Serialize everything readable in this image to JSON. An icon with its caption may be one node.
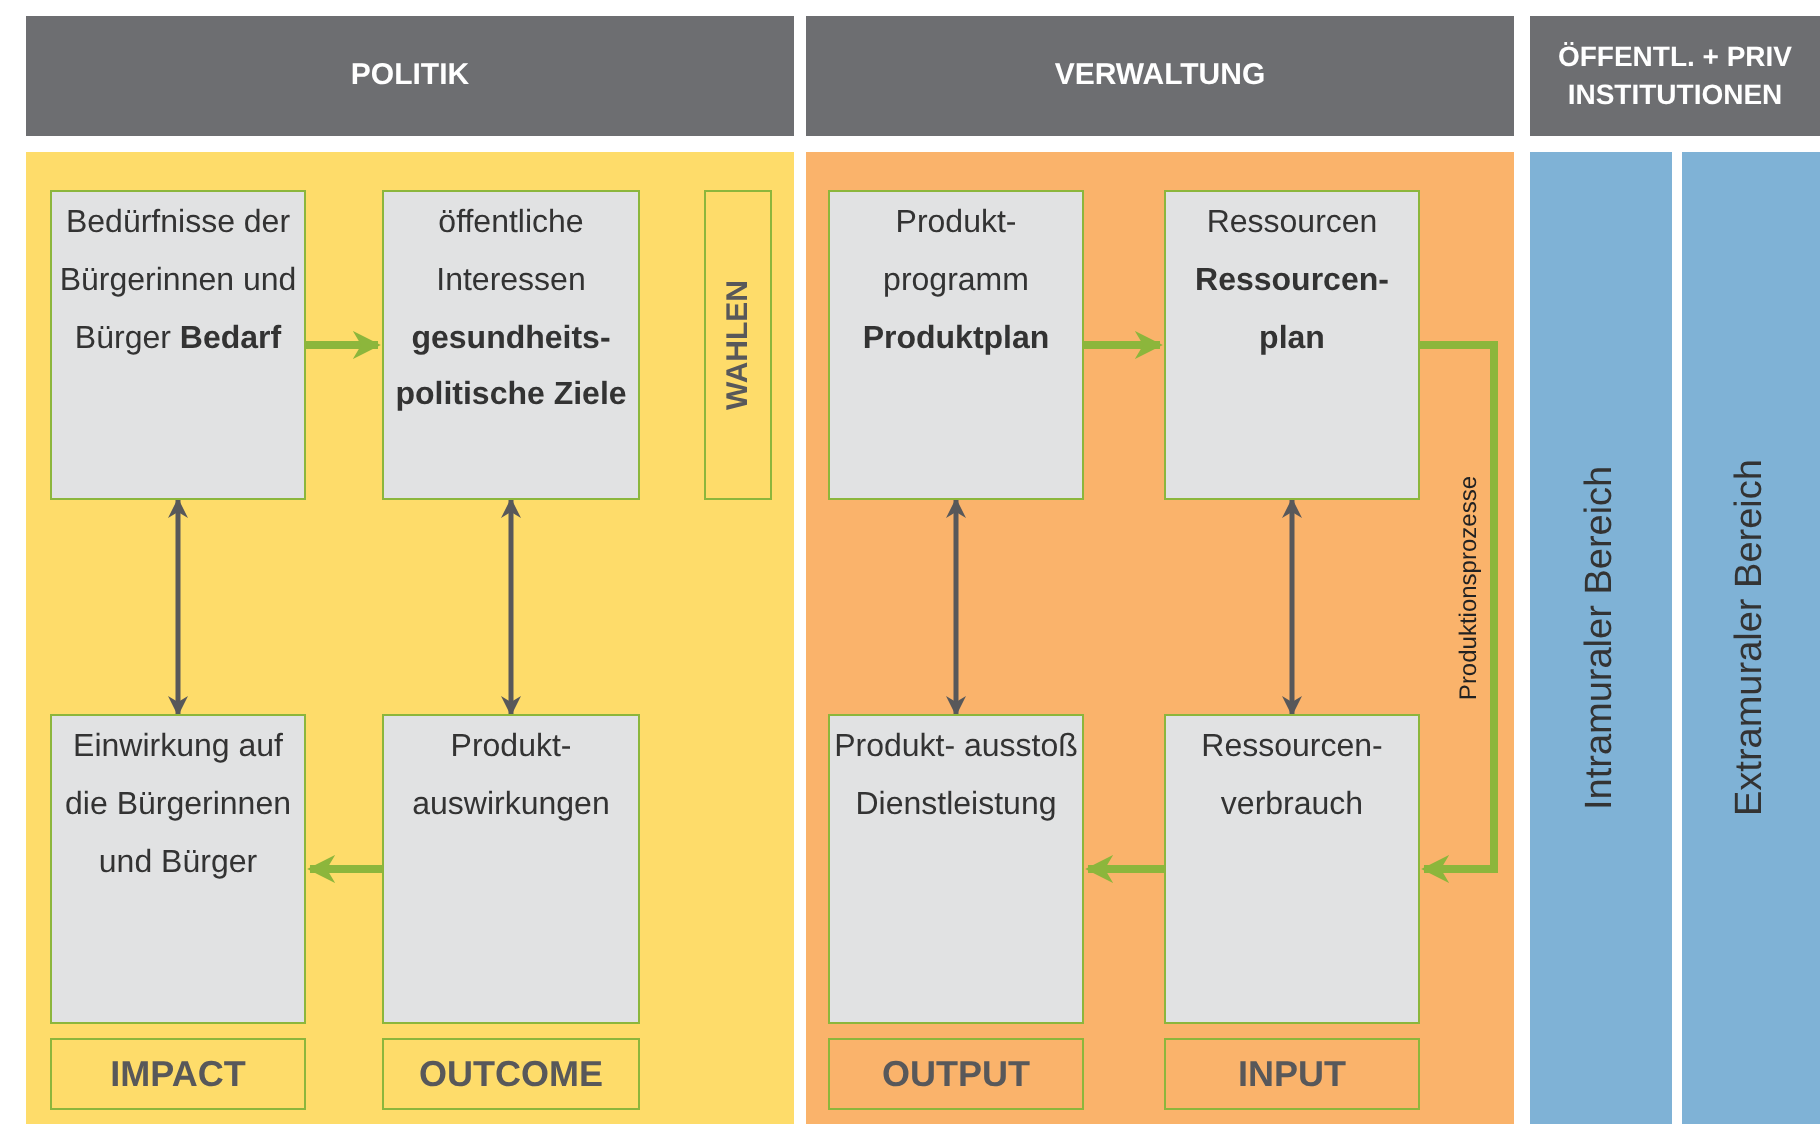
{
  "diagram": {
    "nodes": [
      {
        "text": [
          "POLITIK"
        ]
      },
      {
        "text": [
          "VERWALTUNG"
        ]
      },
      {
        "text": [
          "ÖFFENTL. + PRIV INSTITUTIONEN"
        ]
      },
      {
        "text": [
          "Bedürfnisse der Bürgerinnen und Bürger **Bedarf**"
        ]
      },
      {
        "text": [
          "öffentliche Interessen **gesundheits- politische Ziele**"
        ]
      },
      {
        "text": [
          "WAHLEN"
        ]
      },
      {
        "text": [
          "Produkt- programm **Produktplan**"
        ]
      },
      {
        "text": [
          "Ressourcen **Ressourcen- plan**"
        ]
      },
      {
        "text": [
          "Intramuraler Bereich"
        ]
      },
      {
        "text": [
          "Extramuraler Bereich"
        ]
      },
      {
        "text": [
          "Einwirkung auf die Bürgerinnen und Bürger"
        ]
      },
      {
        "text": [
          "Produkt- auswirkungen"
        ]
      },
      {
        "text": [
          "Produkt- ausstoß Dienstleistung"
        ]
      },
      {
        "text": [
          "Ressourcen- verbrauch"
        ]
      },
      {
        "text": [
          "IMPACT"
        ]
      },
      {
        "text": [
          "OUTCOME"
        ]
      },
      {
        "text": [
          "OUTPUT"
        ]
      },
      {
        "text": [
          "INPUT"
        ]
      }
    ],
    "edges": [
      {
        "from": 3,
        "to": 4,
        "arrow": "to"
      },
      {
        "from": 6,
        "to": 7,
        "arrow": "to"
      },
      {
        "from": 7,
        "to": 13,
        "arrow": "to",
        "label": "Produktionsprozesse"
      },
      {
        "from": 11,
        "to": 10,
        "arrow": "to"
      },
      {
        "from": 13,
        "to": 12,
        "arrow": "to"
      },
      {
        "from": 3,
        "to": 10,
        "arrow": "both",
        "color": "#58585a"
      },
      {
        "from": 4,
        "to": 11,
        "arrow": "both",
        "color": "#58585a"
      },
      {
        "from": 6,
        "to": 12,
        "arrow": "both",
        "color": "#58585a"
      },
      {
        "from": 7,
        "to": 13,
        "arrow": "both",
        "color": "#58585a"
      }
    ]
  }
}
